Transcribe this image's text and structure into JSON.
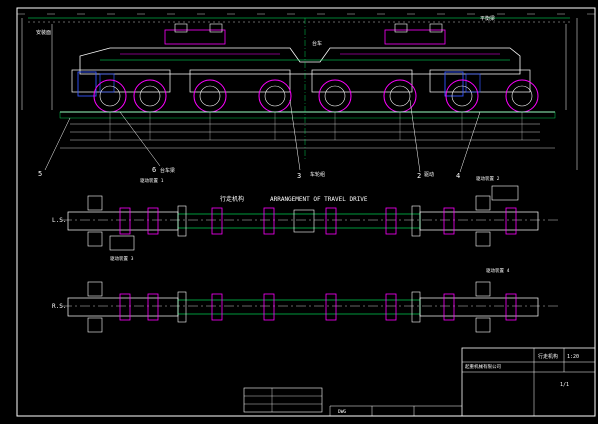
{
  "drawing": {
    "title": "ARRANGEMENT OF TRAVEL DRIVE",
    "title_cn": "行走机构",
    "side_left_top": "L.S.",
    "side_left_bottom": "R.S.",
    "callouts": [
      "5",
      "6",
      "3",
      "2",
      "4"
    ],
    "parts": {
      "front_top": "安装面",
      "top_right": "平衡梁",
      "center": "台车",
      "lower_left": "台车梁",
      "lower_mid": "车轮组",
      "lower_right": "驱动"
    },
    "plan_labels": [
      "驱动装置 1",
      "驱动装置 2",
      "驱动装置 3",
      "驱动装置 4"
    ],
    "title_block": {
      "company": "起重机械有限公司",
      "drawing_name": "行走机构",
      "scale": "1:20",
      "sheet": "1/1",
      "code": "DWG"
    }
  },
  "colors": {
    "frame": "#ffffff",
    "structure": "#00ff66",
    "wheels": "#ff00ff",
    "dims": "#ffffff",
    "accent": "#ffff00",
    "blue": "#3355ff",
    "cyan": "#00ffff"
  }
}
